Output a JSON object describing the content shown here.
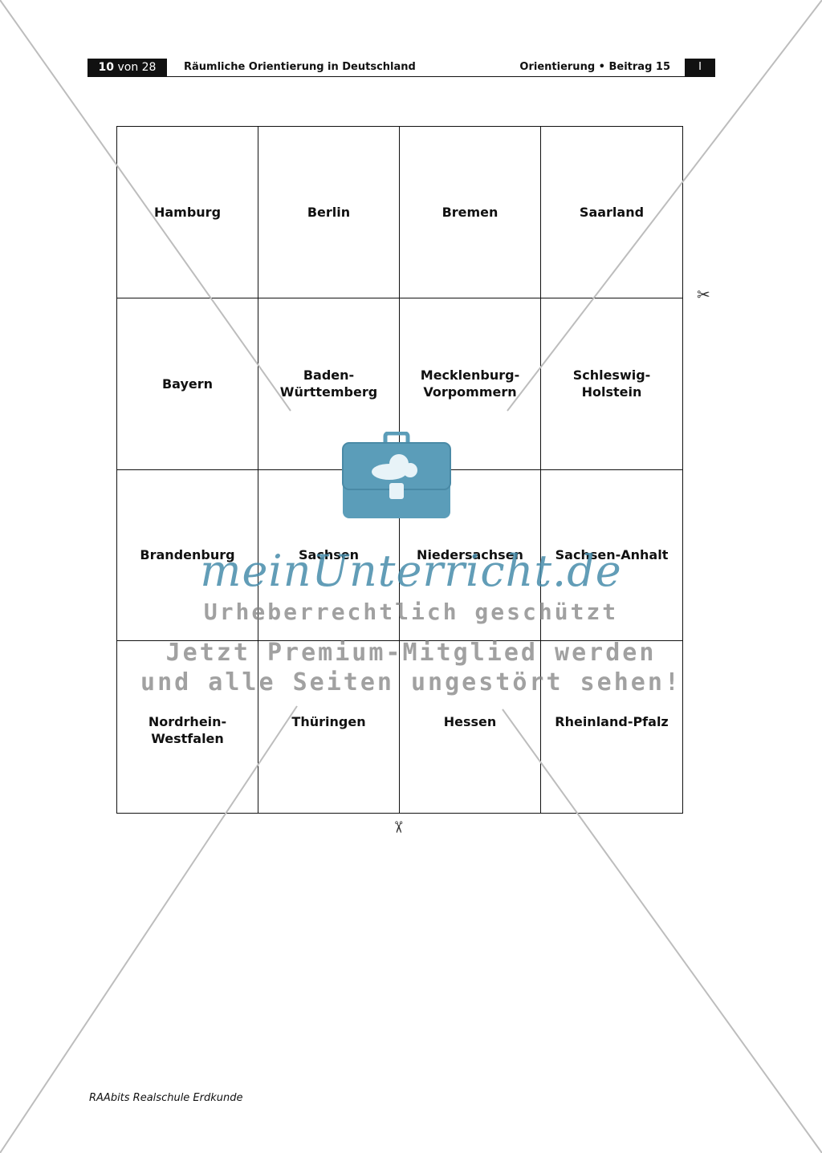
{
  "header": {
    "page_current": "10",
    "page_of": "von 28",
    "document_title": "Räumliche Orientierung in Deutschland",
    "section": "Orientierung • Beitrag 15",
    "level": "I"
  },
  "cards": [
    "Hamburg",
    "Berlin",
    "Bremen",
    "Saarland",
    "Bayern",
    "Baden-\nWürttemberg",
    "Mecklenburg-\nVorpommern",
    "Schleswig-\nHolstein",
    "Brandenburg",
    "Sachsen",
    "Niedersachsen",
    "Sachsen-Anhalt",
    "Nordrhein-\nWestfalen",
    "Thüringen",
    "Hessen",
    "Rheinland-Pfalz"
  ],
  "icons": {
    "cut_marks": "scissors-icon",
    "watermark_logo": "briefcase-cloud-icon"
  },
  "watermark": {
    "brand": "meinUnterricht.de",
    "line1": "Urheberrechtlich geschützt",
    "line2": "Jetzt Premium-Mitglied werden",
    "line3": "und alle Seiten ungestört sehen!",
    "color": "#468caa"
  },
  "footer": {
    "text": "RAAbits Realschule Erdkunde"
  }
}
